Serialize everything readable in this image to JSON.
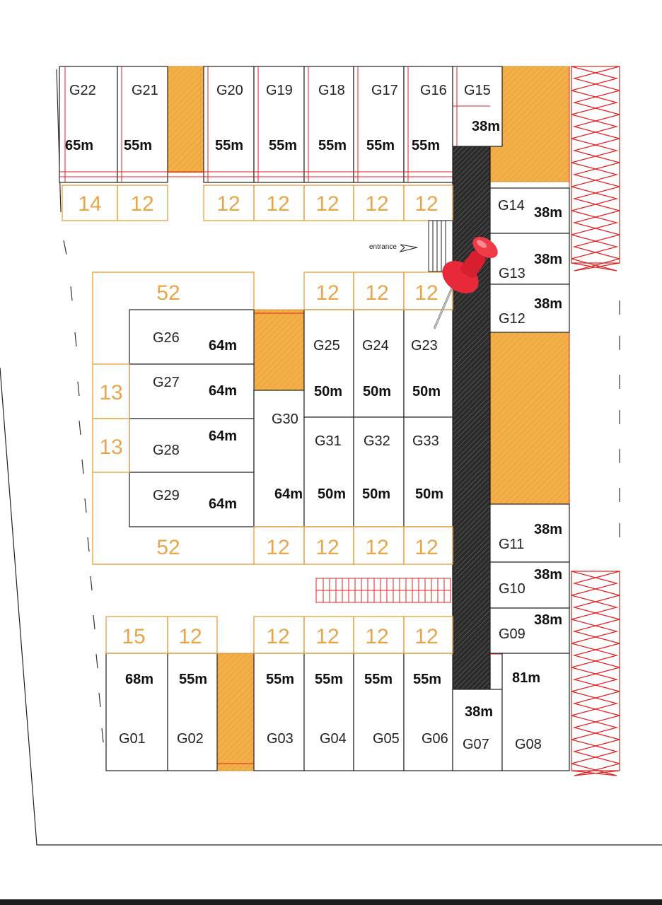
{
  "entrance_label": "entrance",
  "colors": {
    "unit_border": "#222222",
    "wall_red": "#e02020",
    "parking_orange": "#e8a64a",
    "orange_fill": "#f3b04a",
    "ramp_dark": "#333333",
    "pin_red": "#e8293a"
  },
  "units": {
    "G22": {
      "label": "G22",
      "size": "65m"
    },
    "G21": {
      "label": "G21",
      "size": "55m"
    },
    "G20": {
      "label": "G20",
      "size": "55m"
    },
    "G19": {
      "label": "G19",
      "size": "55m"
    },
    "G18": {
      "label": "G18",
      "size": "55m"
    },
    "G17": {
      "label": "G17",
      "size": "55m"
    },
    "G16": {
      "label": "G16",
      "size": "55m"
    },
    "G15": {
      "label": "G15",
      "size": "38m"
    },
    "G14": {
      "label": "G14",
      "size": "38m"
    },
    "G13": {
      "label": "G13",
      "size": "38m"
    },
    "G12": {
      "label": "G12",
      "size": "38m"
    },
    "G26": {
      "label": "G26",
      "size": "64m"
    },
    "G27": {
      "label": "G27",
      "size": "64m"
    },
    "G28": {
      "label": "G28",
      "size": "64m"
    },
    "G29": {
      "label": "G29",
      "size": "64m"
    },
    "G30": {
      "label": "G30",
      "size": "64m"
    },
    "G25": {
      "label": "G25",
      "size": "50m"
    },
    "G24": {
      "label": "G24",
      "size": "50m"
    },
    "G23": {
      "label": "G23",
      "size": "50m"
    },
    "G31": {
      "label": "G31",
      "size": "50m"
    },
    "G32": {
      "label": "G32",
      "size": "50m"
    },
    "G33": {
      "label": "G33",
      "size": "50m"
    },
    "G11": {
      "label": "G11",
      "size": "38m"
    },
    "G10": {
      "label": "G10",
      "size": "38m"
    },
    "G09": {
      "label": "G09",
      "size": "38m"
    },
    "G01": {
      "label": "G01",
      "size": "68m"
    },
    "G02": {
      "label": "G02",
      "size": "55m"
    },
    "G03": {
      "label": "G03",
      "size": "55m"
    },
    "G04": {
      "label": "G04",
      "size": "55m"
    },
    "G05": {
      "label": "G05",
      "size": "55m"
    },
    "G06": {
      "label": "G06",
      "size": "55m"
    },
    "G07": {
      "label": "G07",
      "size": "38m"
    },
    "G08": {
      "label": "G08",
      "size": "81m"
    }
  },
  "parking": {
    "top_row": [
      "14",
      "12",
      "12",
      "12",
      "12",
      "12",
      "12"
    ],
    "mid_top": [
      "52",
      "12",
      "12",
      "12"
    ],
    "mid_left": [
      "13",
      "13"
    ],
    "mid_bottom": [
      "52",
      "12",
      "12",
      "12",
      "12"
    ],
    "bottom_row": [
      "15",
      "12",
      "12",
      "12",
      "12",
      "12"
    ]
  }
}
